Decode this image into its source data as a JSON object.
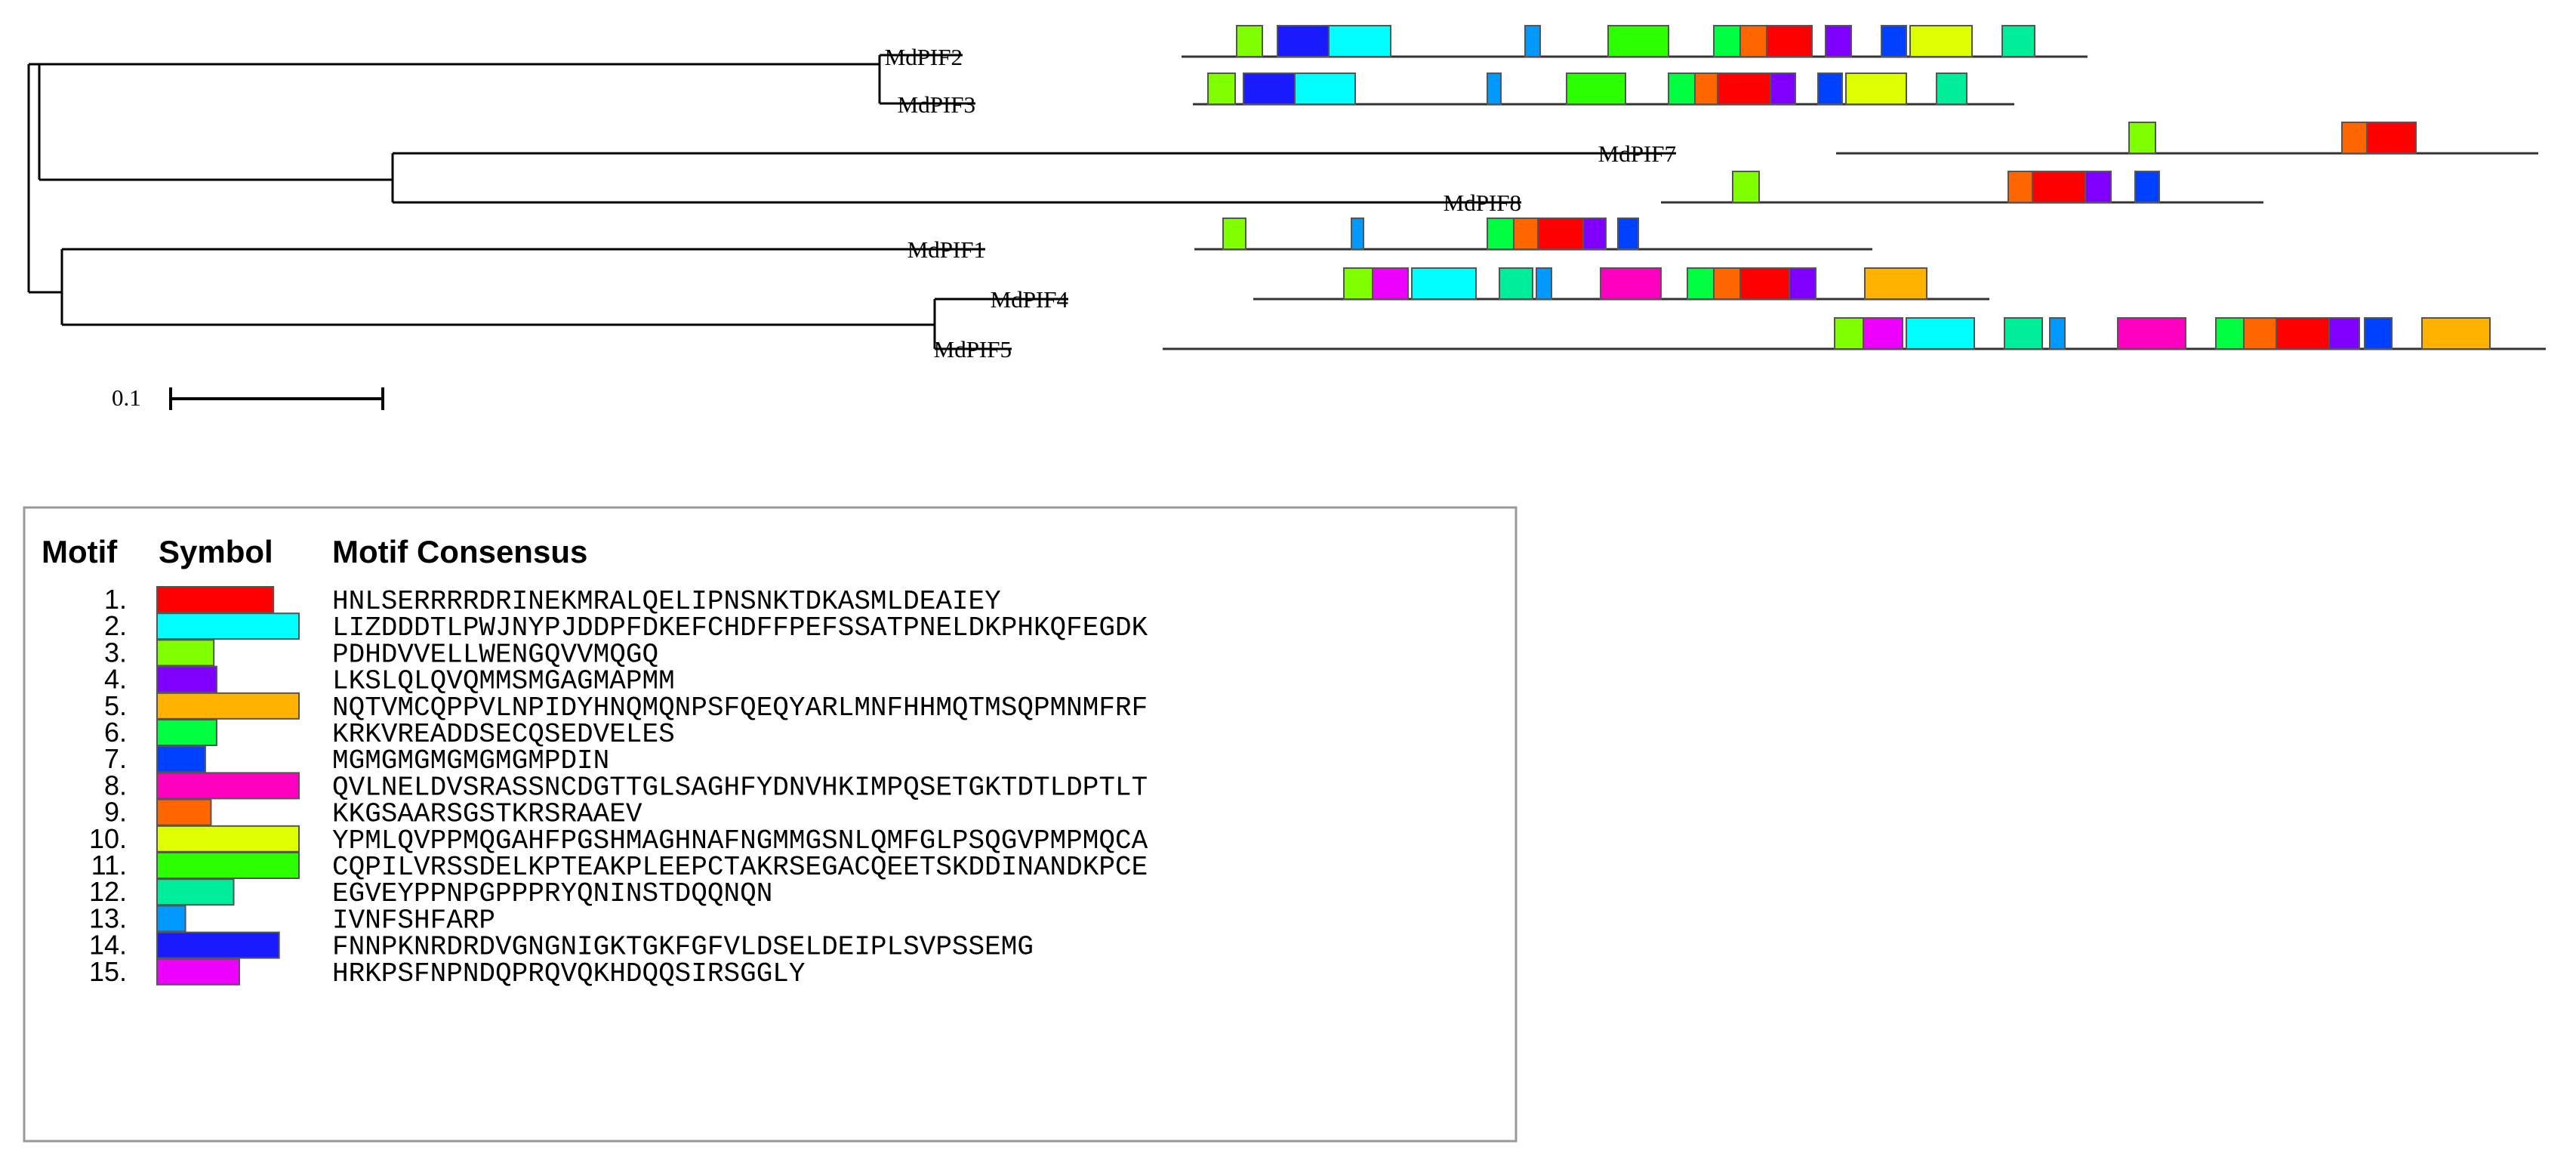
{
  "genes": [
    {
      "name": "MdPIF2",
      "motifs": [
        3,
        14,
        2,
        13,
        11,
        6,
        9,
        1,
        4,
        7,
        10,
        12
      ]
    },
    {
      "name": "MdPIF3",
      "motifs": [
        3,
        14,
        2,
        13,
        11,
        6,
        9,
        1,
        4,
        7,
        10,
        12
      ]
    },
    {
      "name": "MdPIF7",
      "motifs": [
        3,
        9,
        1
      ]
    },
    {
      "name": "MdPIF8",
      "motifs": [
        3,
        9,
        1,
        4,
        7
      ]
    },
    {
      "name": "MdPIF1",
      "motifs": [
        3,
        13,
        6,
        9,
        1,
        4,
        7
      ]
    },
    {
      "name": "MdPIF4",
      "motifs": [
        3,
        15,
        2,
        12,
        13,
        8,
        6,
        9,
        1,
        4,
        5
      ]
    },
    {
      "name": "MdPIF5",
      "motifs": [
        3,
        15,
        2,
        12,
        13,
        8,
        6,
        9,
        1,
        4,
        7,
        5
      ]
    }
  ],
  "scale_bar": {
    "label": "0.1",
    "value": 0.1
  },
  "legend": {
    "headers": {
      "motif": "Motif",
      "symbol": "Symbol",
      "consensus": "Motif Consensus"
    },
    "motifs": [
      {
        "num": "1.",
        "color": "#ff0000",
        "consensus": "HNLSERRRRDRINEKMRALQELIPNSNKTDKASMLDEAIEY"
      },
      {
        "num": "2.",
        "color": "#00ffff",
        "consensus": "LIZDDDTLPWJNYPJDDPFDKEFCHDFFPEFSSATPNELDKPHKQFEGDK"
      },
      {
        "num": "3.",
        "color": "#80ff00",
        "consensus": "PDHDVVELLWENGQVVMQGQ"
      },
      {
        "num": "4.",
        "color": "#8000ff",
        "consensus": "LKSLQLQVQMMSMGAGMAPMM"
      },
      {
        "num": "5.",
        "color": "#ffb300",
        "consensus": "NQTVMCQPPVLNPIDYHNQMQNPSFQEQYARLMNFHHMQTMSQPMNMFRF"
      },
      {
        "num": "6.",
        "color": "#00ff40",
        "consensus": "KRKVREADDSECQSEDVELES"
      },
      {
        "num": "7.",
        "color": "#0040ff",
        "consensus": "MGMGMGMGMGMGMPDIN"
      },
      {
        "num": "8.",
        "color": "#ff00c0",
        "consensus": "QVLNELDVSRASSNCDGTTGLSAGHFYDNVHKIMPQSETGKTDTLDPTLT"
      },
      {
        "num": "9.",
        "color": "#ff6600",
        "consensus": "KKGSAARSGSTKRSRAAEV"
      },
      {
        "num": "10.",
        "color": "#ddff00",
        "consensus": "YPMLQVPPMQGAHFPGSHMAGHNAFNGMMGSNLQMFGLPSQGVPMPMQCA"
      },
      {
        "num": "11.",
        "color": "#2bff00",
        "consensus": "CQPILVRSSDELKPTEAKPLEEPCTAKRSEGACQEETSKDDINANDKPCE"
      },
      {
        "num": "12.",
        "color": "#00ee99",
        "consensus": "EGVEYPPNPGPPPRYQNINSTDQQNQN"
      },
      {
        "num": "13.",
        "color": "#0099ff",
        "consensus": "IVNFSHFARP"
      },
      {
        "num": "14.",
        "color": "#1a1aff",
        "consensus": "FNNPKNRDRDVGNGNIGKTGKFGFVLDSELDEIPLSVPSSEMG"
      },
      {
        "num": "15.",
        "color": "#ee00ff",
        "consensus": "HRKPSFNPNDQPRQVQKHDQQSIRSGGLY"
      }
    ]
  }
}
